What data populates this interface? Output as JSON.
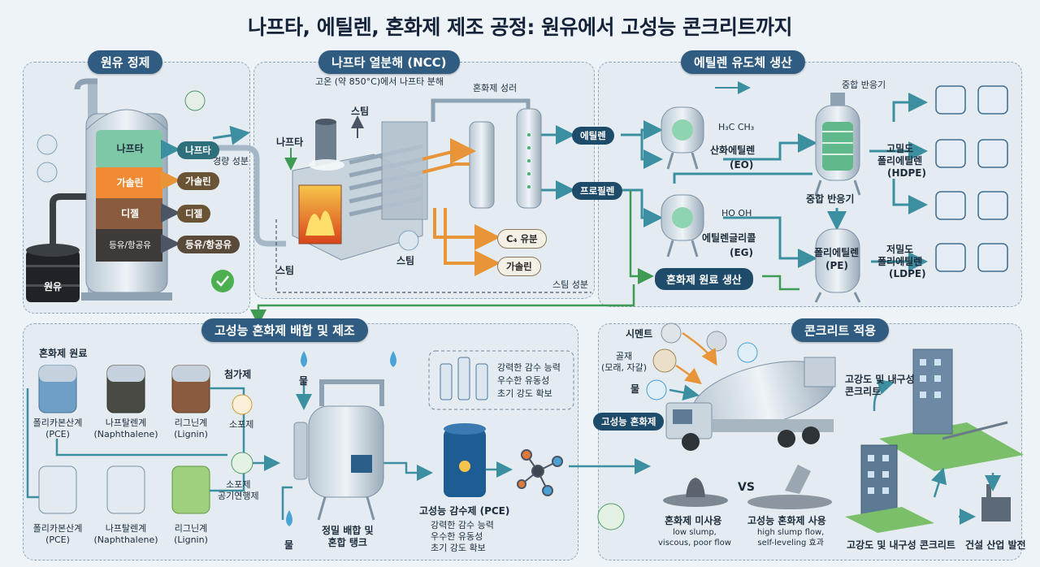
{
  "title": "나프타, 에틸렌, 혼화제 제조 공정: 원유에서 고성능 콘크리트까지",
  "sections": {
    "crude": "원유 정제",
    "ncc": "나프타 열분해 (NCC)",
    "ethylene": "에틸렌 유도체 생산",
    "admix": "고성능 혼화제 배합 및 제조",
    "concrete": "콘크리트 적용"
  },
  "crude": {
    "layers": [
      "나프타",
      "가솔린",
      "디젤",
      "등유/항공유"
    ],
    "outputs": [
      "나프타",
      "가솔린",
      "디젤",
      "등유/항공유"
    ],
    "drum": "원유",
    "light_fraction": "경량 성분"
  },
  "ncc": {
    "note": "고온 (약 850°C)에서 나프타 분해",
    "naphtha": "나프타",
    "steam_top": "스팀",
    "steam_left": "스팀",
    "steam_gear": "스팀",
    "steam_component": "스팀 성분",
    "admix_component": "혼화제 성러",
    "c4": "C₄ 유분",
    "gasoline": "가솔린",
    "ethylene": "에틸렌",
    "propylene": "프로필렌"
  },
  "ethylene": {
    "eo": "산화에틸렌",
    "eo_abbr": "(EO)",
    "eo_formula": "H₃C   CH₃",
    "eg": "에틸렌글리콜",
    "eg_abbr": "(EG)",
    "eg_formula": "HO  OH",
    "reactor_top": "중합 반응기",
    "reactor_bottom": "중합 반응기",
    "pe": "폴리에틸렌",
    "pe_abbr": "(PE)",
    "hdpe_name": "고밀도\n폴리에틸렌",
    "hdpe_abbr": "(HDPE)",
    "ldpe_name": "저밀도\n폴리에틸렌",
    "ldpe_abbr": "(LDPE)",
    "admix_raw": "혼화제 원료 생산"
  },
  "admix": {
    "raw_label": "혼화제 원료",
    "tanks_top": [
      {
        "name": "폴리카본산계",
        "sub": "(PCE)"
      },
      {
        "name": "나프탈렌계",
        "sub": "(Naphthalene)"
      },
      {
        "name": "리그닌계",
        "sub": "(Lignin)"
      }
    ],
    "tanks_bottom": [
      {
        "name": "폴리카본산계",
        "sub": "(PCE)"
      },
      {
        "name": "나프탈렌계",
        "sub": "(Naphthalene)"
      },
      {
        "name": "리그닌계",
        "sub": "(Lignin)"
      }
    ],
    "additive": "첨가제",
    "defoamer": "소포제",
    "air_entrainer": "소포제\n공기연행제",
    "water_top": "물",
    "water_bottom": "물",
    "mix_tank": "정밀 배합 및\n혼합 탱크",
    "features": [
      "강력한 감수 능력",
      "우수한 유동성",
      "초기 강도 확보"
    ],
    "product": "고성능 감수제 (PCE)",
    "product_features": [
      "강력한 감수 능력",
      "우수한 유동성",
      "초기 강도 확보"
    ]
  },
  "concrete": {
    "cement": "시멘트",
    "aggregate": "골재\n(모래, 자갈)",
    "water": "물",
    "admix": "고성능 혼화제",
    "no_admix": "혼화제 미사용",
    "no_admix_desc": "low slump,\nviscous, poor flow",
    "vs": "VS",
    "with_admix": "고성능 혼화제 사용",
    "with_admix_desc": "high slump flow,\nself-leveling 효과",
    "high_strength_top": "고강도 및 내구성\n콘크리트",
    "high_strength_bottom": "고강도 및 내구성 콘크리트",
    "construction": "건설 산업 발전"
  },
  "colors": {
    "section": "#2f5c80",
    "pipe": "#9fb4c6",
    "orange": "#e8953a",
    "teal": "#3c8fa0",
    "green": "#3f9a53"
  }
}
